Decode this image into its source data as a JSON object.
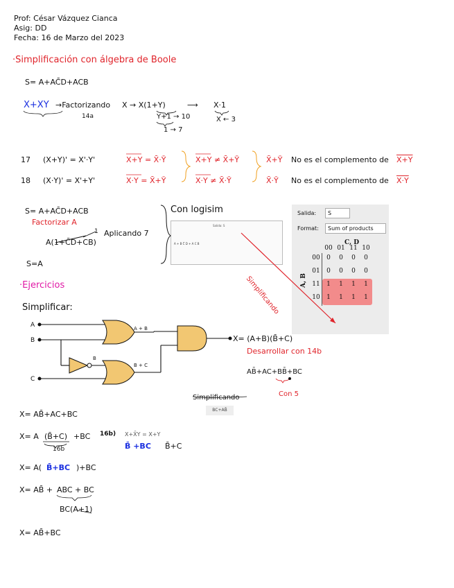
{
  "header": {
    "prof": "Prof: César Vázquez Cianca",
    "asig": "Asig: DD",
    "fecha": "Fecha: 16 de Marzo del 2023"
  },
  "section1": {
    "title": "·Simplificación con álgebra de Boole",
    "expr": "S= A+AC̄D+ACB",
    "lhs": "X+XY",
    "arrow1": "→Factorizando",
    "step1": "X → X(1+Y)",
    "arrow2": "⟶",
    "step2": "X·1",
    "note14a": "14a",
    "y1": "Y+1 → 10",
    "one": "1 → 7",
    "x3": "X ← 3"
  },
  "rules": {
    "r17_num": "17",
    "r17_lhs": "(X+Y)' = X'·Y'",
    "r17_eq": "X+Y = X̄·Ȳ",
    "r17_neq": "X+Y ≠ X̄+Ȳ",
    "r17_note_a": "X̄+Ȳ",
    "r17_note": "No es el complemento de",
    "r17_note_b": "X+Y",
    "r18_num": "18",
    "r18_lhs": "(X·Y)' = X'+Y'",
    "r18_eq": "X·Y = X̄+Ȳ",
    "r18_neq": "X·Y ≠ X̄·Ȳ",
    "r18_note_a": "X̄·Ȳ",
    "r18_note": "No es el complemento de",
    "r18_note_b": "X·Y"
  },
  "section2": {
    "expr": "S= A+AC̄D+ACB",
    "factorizar": "Factorizar A",
    "step": "A(1+C̄D+CB)",
    "aplicando": "Aplicando 7",
    "one": "1",
    "result": "S=A",
    "logisim": "Con logisim",
    "logisim_expr": "A + B C̄ D + A C B",
    "logisim_bar": "Salida: S",
    "simplificando": "Simplificando",
    "a_label": "A"
  },
  "kmap": {
    "salida_label": "Salida:",
    "salida_value": "S",
    "format_label": "Format:",
    "format_value": "Sum of products",
    "col_var": "C, D",
    "row_var": "A, B",
    "cols": [
      "00",
      "01",
      "11",
      "10"
    ],
    "rows": [
      {
        "label": "00",
        "cells": [
          "0",
          "0",
          "0",
          "0"
        ]
      },
      {
        "label": "01",
        "cells": [
          "0",
          "0",
          "0",
          "0"
        ]
      },
      {
        "label": "11",
        "cells": [
          "1",
          "1",
          "1",
          "1"
        ]
      },
      {
        "label": "10",
        "cells": [
          "1",
          "1",
          "1",
          "1"
        ]
      }
    ],
    "highlight_color": "#f28b8b"
  },
  "exercises": {
    "title": "·Ejercicios",
    "simplificar": "Simplificar:",
    "in_a": "A",
    "in_b": "B",
    "in_c": "C",
    "gate_or1": "A + B",
    "gate_not": "B",
    "gate_or2": "B + C",
    "output": "X= (A+B)(B̄+C)",
    "desarrollar": "Desarrollar con 14b",
    "expanded": "AB̄+AC+BB̄+BC",
    "con5": "Con 5",
    "simplificando": "Simplificando",
    "result_box": "BC+AB̄"
  },
  "steps": {
    "s1": "X= AB̄+AC+BC",
    "s2a": "X= A",
    "s2b": "(B̄+C)",
    "s2c": "+BC",
    "s2note": "16b",
    "rule16b": "16b)",
    "rule16b_expr": "X+X̄Y = X+Y",
    "rule16b_blue": "B̄ +BC",
    "rule16b_res": "B̄+C",
    "s3a": "X= A(",
    "s3b": "B̄+BC",
    "s3c": ")+BC",
    "s4a": "X= AB̄ +",
    "s4b": "ABC + BC",
    "s4c": "BC(A+1)",
    "s5": "X= AB̄+BC"
  }
}
